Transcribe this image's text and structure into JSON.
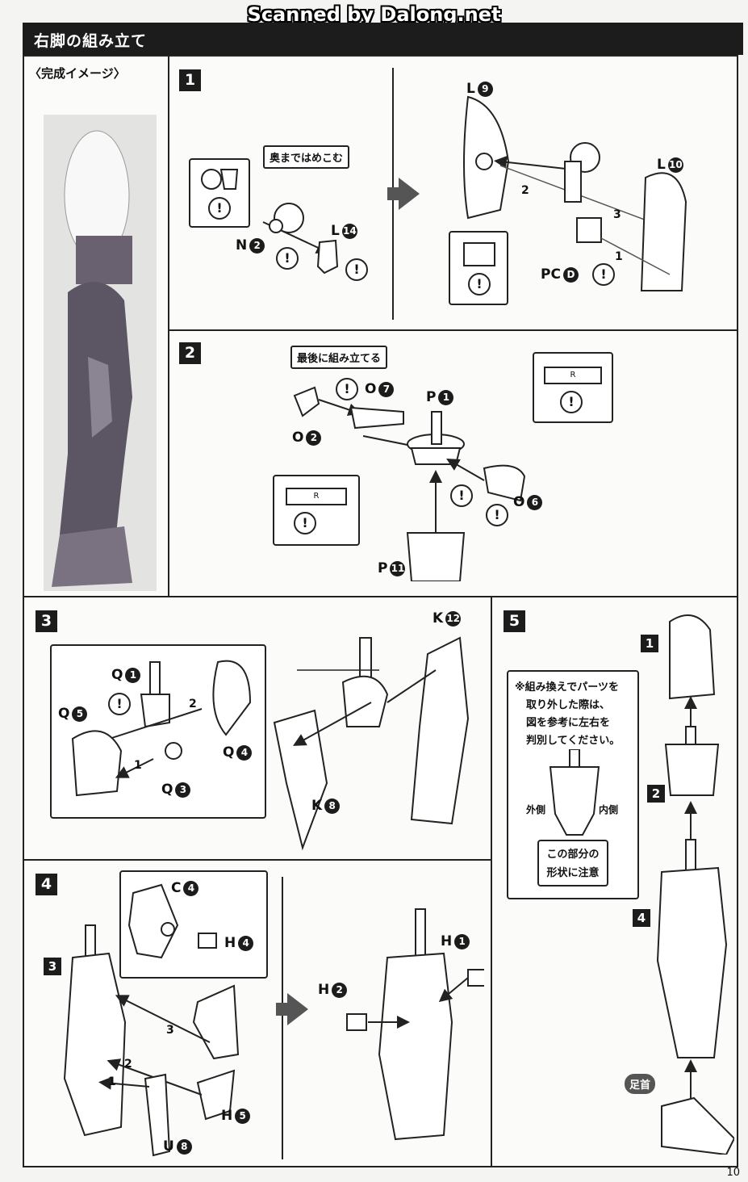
{
  "scan_watermark": "Scanned by Dalong.net",
  "header": {
    "title": "右脚の組み立て"
  },
  "completed_image": {
    "label": "〈完成イメージ〉"
  },
  "steps": {
    "s1": {
      "num": "1",
      "callout": "奥まではめこむ",
      "labels": {
        "n2_part": "N",
        "n2_num": "2",
        "l14_part": "L",
        "l14_num": "14",
        "l9_part": "L",
        "l9_num": "9",
        "l10_part": "L",
        "l10_num": "10",
        "pcd_part": "PC",
        "pcd_num": "D"
      },
      "seq": [
        "1",
        "2",
        "3"
      ]
    },
    "s2": {
      "num": "2",
      "callout": "最後に組み立てる",
      "labels": {
        "o7_part": "O",
        "o7_num": "7",
        "p1_part": "P",
        "p1_num": "1",
        "o2_part": "O",
        "o2_num": "2",
        "o6_part": "O",
        "o6_num": "6",
        "p11_part": "P",
        "p11_num": "11"
      },
      "inset_mark_r": "R"
    },
    "s3": {
      "num": "3",
      "labels": {
        "q1_part": "Q",
        "q1_num": "1",
        "q5_part": "Q",
        "q5_num": "5",
        "q4_part": "Q",
        "q4_num": "4",
        "q3_part": "Q",
        "q3_num": "3",
        "k12_part": "K",
        "k12_num": "12",
        "k8_part": "K",
        "k8_num": "8"
      },
      "seq": [
        "1",
        "2"
      ]
    },
    "s4": {
      "num": "4",
      "sub_ref": "3",
      "labels": {
        "c4_part": "C",
        "c4_num": "4",
        "h4_part": "H",
        "h4_num": "4",
        "h5_part": "H",
        "h5_num": "5",
        "u8_part": "U",
        "u8_num": "8",
        "h1_part": "H",
        "h1_num": "1",
        "h2_part": "H",
        "h2_num": "2"
      },
      "seq": [
        "1",
        "2",
        "3"
      ]
    },
    "s5": {
      "num": "5",
      "note_lines": [
        "※組み換えでパーツを",
        "取り外した際は、",
        "図を参考に左右を",
        "判別してください。"
      ],
      "outer_label": "外側",
      "inner_label": "内側",
      "attention_lines": [
        "この部分の",
        "形状に注意"
      ],
      "sub_refs": [
        "1",
        "2",
        "4"
      ],
      "ankle_label": "足首"
    }
  },
  "warning_mark": "!",
  "page_number": "10"
}
